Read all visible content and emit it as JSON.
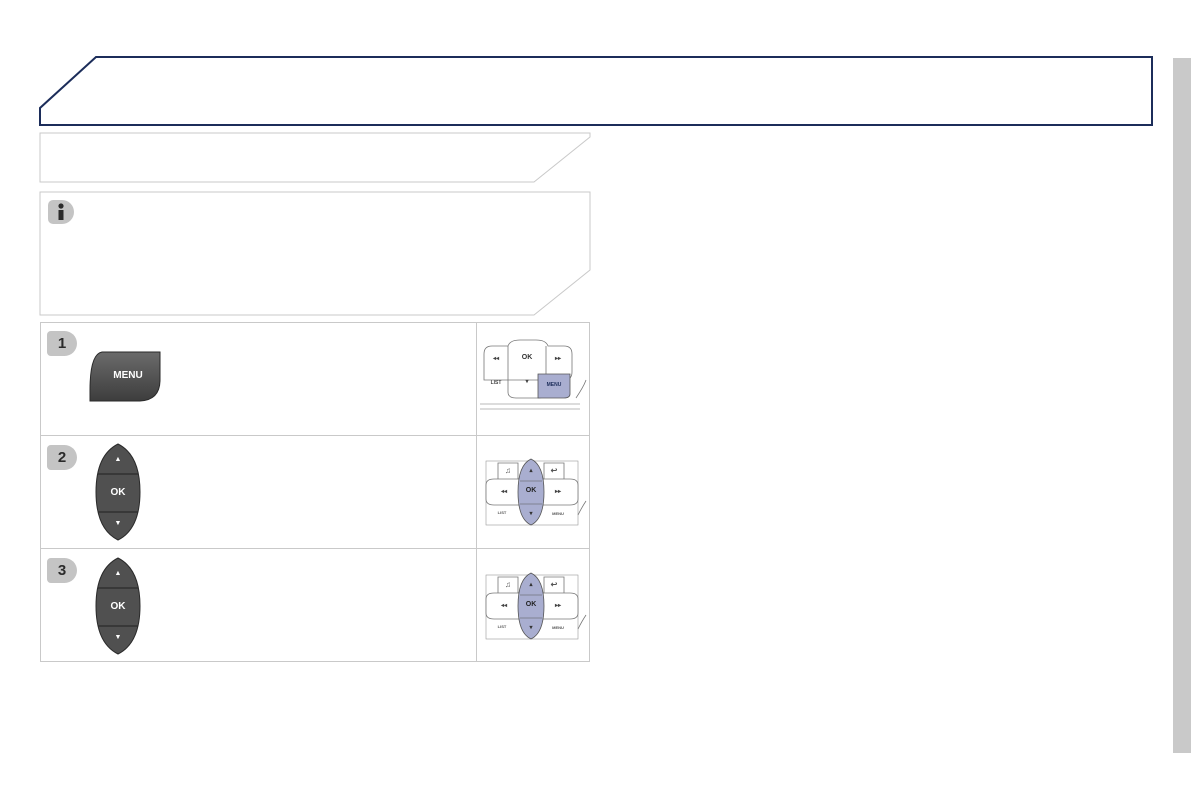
{
  "steps": [
    {
      "number": "1",
      "button_icon": "menu-key",
      "button_label": "MENU",
      "panel": {
        "highlight": "menu",
        "top_row": [
          "◂◂",
          "OK",
          "▸▸"
        ],
        "bottom_row": [
          "LIST",
          "▾",
          "MENU"
        ]
      }
    },
    {
      "number": "2",
      "button_icon": "up-ok-down-rocker",
      "rocker": {
        "up": "▲",
        "ok": "OK",
        "down": "▼"
      },
      "panel": {
        "highlight": "ok-column",
        "labels": [
          "♫",
          "▴",
          "↩",
          "◂◂",
          "OK",
          "▸▸",
          "LIST",
          "▾",
          "MENU"
        ]
      }
    },
    {
      "number": "3",
      "button_icon": "up-ok-down-rocker",
      "rocker": {
        "up": "▲",
        "ok": "OK",
        "down": "▼"
      },
      "panel": {
        "highlight": "ok-column",
        "labels": [
          "♫",
          "▴",
          "↩",
          "◂◂",
          "OK",
          "▸▸",
          "LIST",
          "▾",
          "MENU"
        ]
      }
    }
  ],
  "info": {
    "icon": "info-icon",
    "icon_glyph": "i"
  },
  "colors": {
    "header_border": "#1c2d5a",
    "highlight": "#a9aed0",
    "button_dark": "#4d4d4d",
    "frame": "#c9c9c9"
  }
}
